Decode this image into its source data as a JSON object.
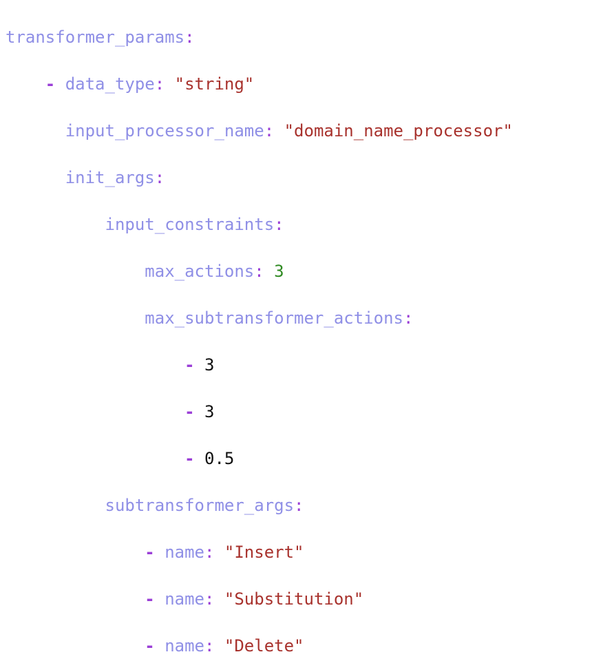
{
  "yaml": {
    "top_key": "transformer_params",
    "item_dash": "-",
    "data_type": {
      "key": "data_type",
      "value": "\"string\""
    },
    "input_processor_name": {
      "key": "input_processor_name",
      "value": "\"domain_name_processor\""
    },
    "init_args": {
      "key": "init_args"
    },
    "input_constraints": {
      "key": "input_constraints"
    },
    "max_actions": {
      "key": "max_actions",
      "value": "3"
    },
    "max_subtransformer_actions": {
      "key": "max_subtransformer_actions",
      "values": [
        "3",
        "3",
        "0.5"
      ]
    },
    "subtransformer_args": {
      "key": "subtransformer_args",
      "items": [
        {
          "key": "name",
          "value": "\"Insert\""
        },
        {
          "key": "name",
          "value": "\"Substitution\""
        },
        {
          "key": "name",
          "value": "\"Delete\""
        }
      ]
    }
  },
  "colors": {
    "key": "#8f8fe6",
    "punctuation": "#9b3fd7",
    "string": "#a8322d",
    "number": "#2f8a22"
  }
}
